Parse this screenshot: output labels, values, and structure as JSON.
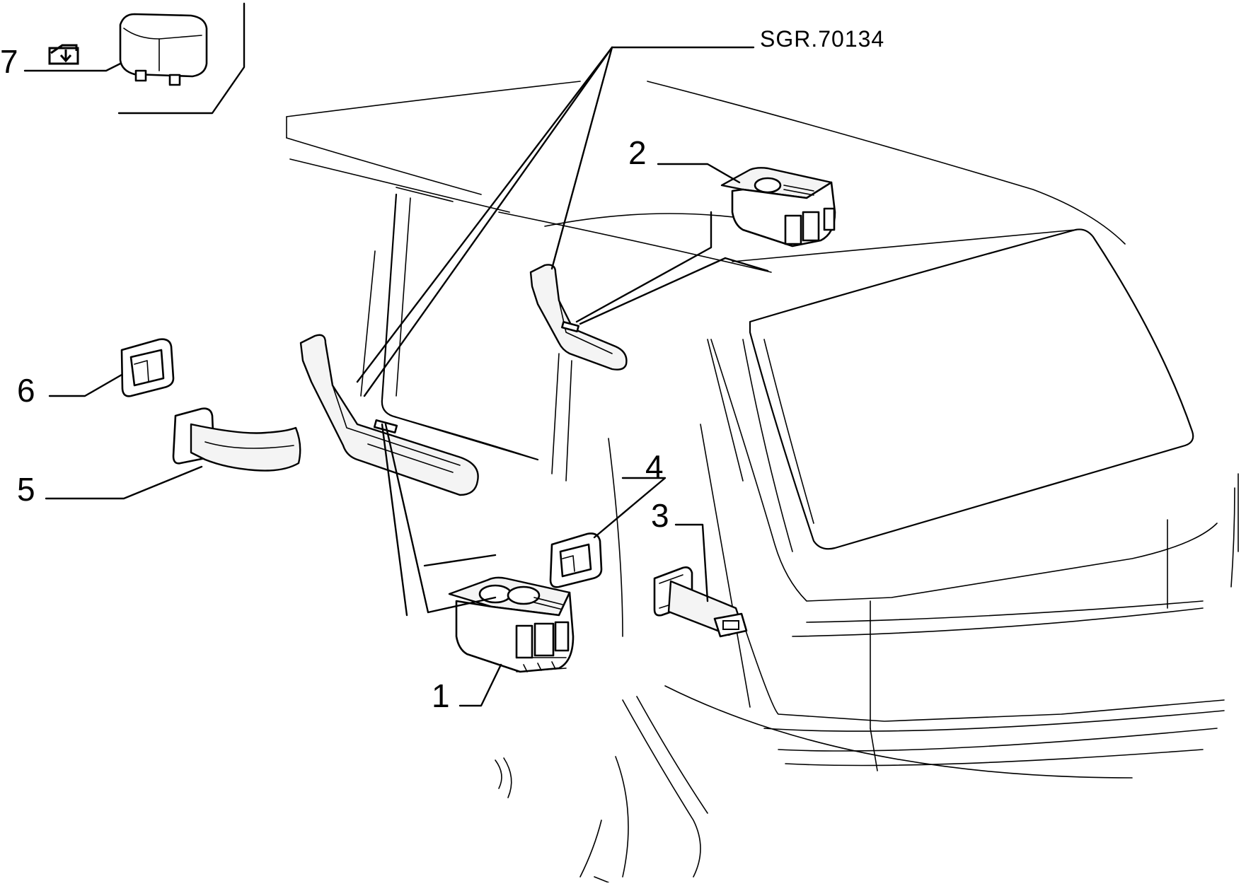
{
  "drawing": {
    "reference_code": "SGR.70134"
  },
  "callouts": [
    {
      "id": "1",
      "label": "1"
    },
    {
      "id": "2",
      "label": "2"
    },
    {
      "id": "3",
      "label": "3"
    },
    {
      "id": "4",
      "label": "4"
    },
    {
      "id": "5",
      "label": "5"
    },
    {
      "id": "6",
      "label": "6"
    },
    {
      "id": "7",
      "label": "7"
    }
  ],
  "icons": {
    "relay_symbol": "window-lift-icon"
  }
}
